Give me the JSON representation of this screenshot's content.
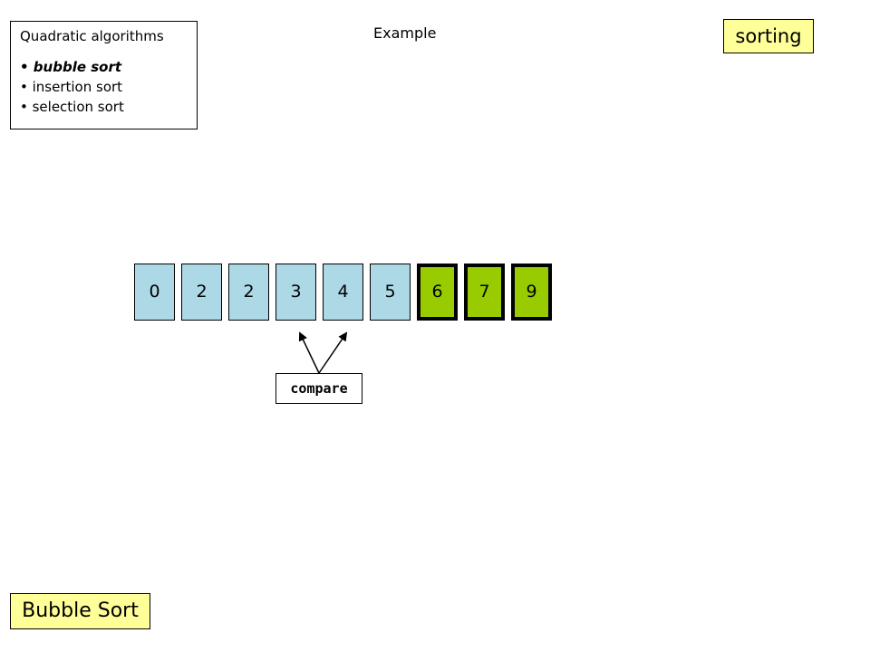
{
  "algorithms": {
    "title": "Quadratic algorithms",
    "items": [
      {
        "label": "• bubble sort",
        "active": true
      },
      {
        "label": "• insertion sort",
        "active": false
      },
      {
        "label": "• selection sort",
        "active": false
      }
    ]
  },
  "example_label": "Example",
  "topic_badge": "sorting",
  "slide_title": "Bubble Sort",
  "array": {
    "values": [
      "0",
      "2",
      "2",
      "3",
      "4",
      "5",
      "6",
      "7",
      "9"
    ],
    "sorted_from_index": 6,
    "colors": {
      "unsorted": "#add8e6",
      "sorted": "#99cc00"
    }
  },
  "compare": {
    "label": "compare",
    "indices": [
      3,
      4
    ]
  }
}
